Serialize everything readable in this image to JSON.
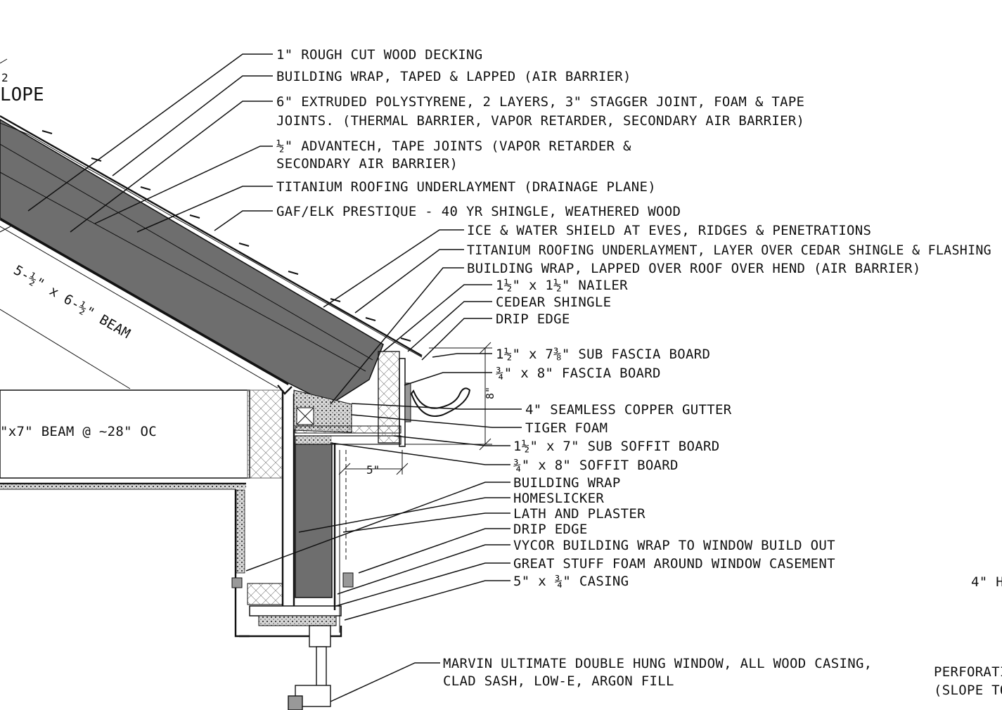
{
  "slope": {
    "fraction_digit": "2",
    "label": "LOPE"
  },
  "beams": {
    "rafter_beam": "5-½\" x 6-½\" BEAM",
    "ceiling_beam": "\"x7\" BEAM @ ~28\" OC"
  },
  "dimensions": {
    "fascia_height": "8\"",
    "overhang": "5\""
  },
  "notes": [
    "1\" ROUGH CUT WOOD DECKING",
    "BUILDING WRAP, TAPED & LAPPED (AIR BARRIER)",
    "6\" EXTRUDED POLYSTYRENE, 2 LAYERS, 3\" STAGGER JOINT, FOAM & TAPE",
    "JOINTS. (THERMAL BARRIER, VAPOR RETARDER, SECONDARY AIR BARRIER)",
    "½\" ADVANTECH, TAPE JOINTS (VAPOR RETARDER &",
    "SECONDARY AIR BARRIER)",
    "TITANIUM ROOFING UNDERLAYMENT (DRAINAGE PLANE)",
    "GAF/ELK PRESTIQUE - 40 YR SHINGLE, WEATHERED WOOD",
    "ICE & WATER SHIELD AT EVES, RIDGES & PENETRATIONS",
    "TITANIUM ROOFING UNDERLAYMENT, LAYER OVER CEDAR SHINGLE & FLASHING",
    "BUILDING WRAP, LAPPED OVER ROOF OVER HEND (AIR BARRIER)",
    "1½\" x 1½\" NAILER",
    "CEDEAR SHINGLE",
    "DRIP EDGE",
    "1½\" x 7⅜\" SUB FASCIA BOARD",
    "¾\" x 8\" FASCIA BOARD",
    "4\" SEAMLESS COPPER GUTTER",
    "TIGER FOAM",
    "1½\" x 7\" SUB SOFFIT BOARD",
    "¾\" x 8\" SOFFIT BOARD",
    "BUILDING WRAP",
    "HOMESLICKER",
    "LATH AND PLASTER",
    "DRIP EDGE",
    "VYCOR BUILDING WRAP TO WINDOW BUILD OUT",
    "GREAT STUFF FOAM AROUND WINDOW CASEMENT",
    "5\" x ¾\" CASING",
    "MARVIN ULTIMATE DOUBLE HUNG WINDOW, ALL WOOD CASING,",
    "CLAD SASH, LOW-E, ARGON FILL"
  ],
  "edge_labels": {
    "right_mid": "4\" H",
    "right_bottom_1": "PERFORATI",
    "right_bottom_2": "(SLOPE TO"
  },
  "colors": {
    "ink": "#111111",
    "insulation_fill": "#6e6e6e",
    "foam_fill": "#d9d9d9"
  }
}
